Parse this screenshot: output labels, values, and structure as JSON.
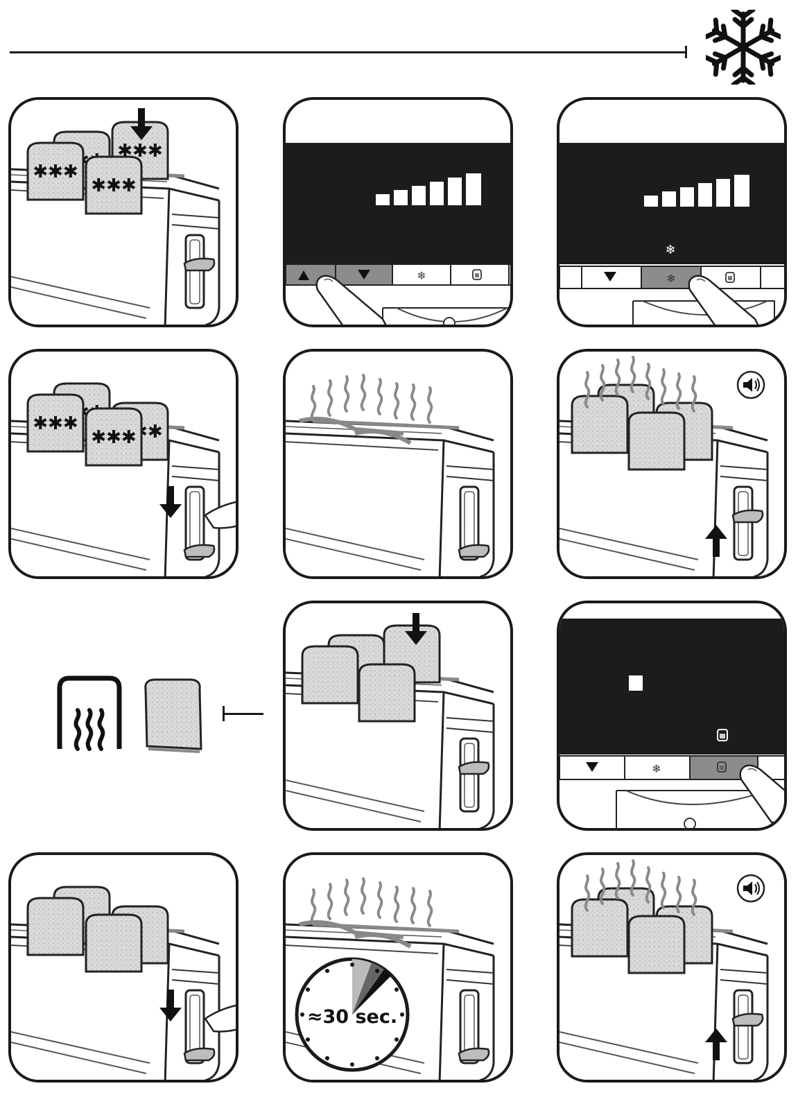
{
  "header": {
    "mode_icon": "snowflake-icon"
  },
  "steps": [
    {
      "id": "frozen-bread-insert",
      "icons": [
        "frozen-bread-icon",
        "arrow-down-icon"
      ]
    },
    {
      "id": "select-browning-level",
      "icons": [
        "up-button-icon",
        "down-button-icon",
        "defrost-button-icon",
        "reheat-button-icon"
      ],
      "browning_levels": 6
    },
    {
      "id": "press-defrost",
      "icons": [
        "down-button-icon",
        "defrost-button-icon",
        "reheat-button-icon"
      ],
      "browning_levels": 6
    },
    {
      "id": "lower-lever",
      "icons": [
        "arrow-down-icon"
      ]
    },
    {
      "id": "toasting",
      "icons": [
        "steam-icon"
      ]
    },
    {
      "id": "pop-up",
      "icons": [
        "sound-icon",
        "arrow-up-icon"
      ]
    },
    {
      "id": "reheat-symbol",
      "icons": [
        "reheat-icon",
        "toast-slice-icon"
      ]
    },
    {
      "id": "toast-insert",
      "icons": [
        "arrow-down-icon"
      ]
    },
    {
      "id": "press-reheat",
      "icons": [
        "down-button-icon",
        "defrost-button-icon",
        "reheat-button-icon"
      ]
    },
    {
      "id": "lower-lever-2",
      "icons": [
        "arrow-down-icon"
      ]
    },
    {
      "id": "reheating",
      "icons": [
        "timer-icon"
      ],
      "duration_label": "≈30 sec."
    },
    {
      "id": "pop-up-2",
      "icons": [
        "sound-icon",
        "arrow-up-icon"
      ]
    }
  ]
}
